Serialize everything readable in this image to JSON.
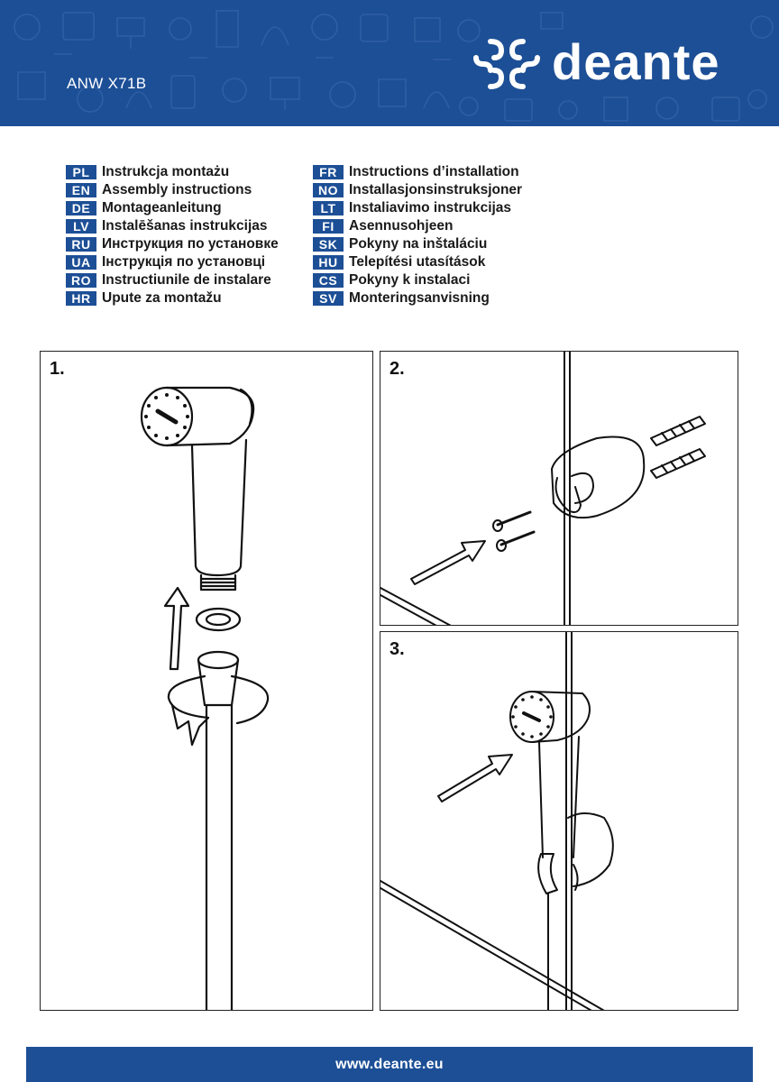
{
  "header": {
    "model": "ANW X71B",
    "brand": "deante",
    "brand_color": "#1d4f96"
  },
  "languages_left": [
    {
      "code": "PL",
      "text": "Instrukcja montażu"
    },
    {
      "code": "EN",
      "text": "Assembly instructions"
    },
    {
      "code": "DE",
      "text": "Montageanleitung"
    },
    {
      "code": "LV",
      "text": "Instalēšanas instrukcijas"
    },
    {
      "code": "RU",
      "text": "Инструкция по установке"
    },
    {
      "code": "UA",
      "text": "Інструкція по установці"
    },
    {
      "code": "RO",
      "text": "Instructiunile de instalare"
    },
    {
      "code": "HR",
      "text": "Upute za montažu"
    }
  ],
  "languages_right": [
    {
      "code": "FR",
      "text": "Instructions d’installation"
    },
    {
      "code": "NO",
      "text": "Installasjonsinstruksjoner"
    },
    {
      "code": "LT",
      "text": "Instaliavimo instrukcijas"
    },
    {
      "code": "FI",
      "text": "Asennusohjeen"
    },
    {
      "code": "SK",
      "text": "Pokyny na inštaláciu"
    },
    {
      "code": "HU",
      "text": "Telepítési utasítások"
    },
    {
      "code": "CS",
      "text": "Pokyny k instalaci"
    },
    {
      "code": "SV",
      "text": "Monteringsanvisning"
    }
  ],
  "steps": [
    {
      "label": "1."
    },
    {
      "label": "2."
    },
    {
      "label": "3."
    }
  ],
  "footer": {
    "url": "www.deante.eu"
  }
}
